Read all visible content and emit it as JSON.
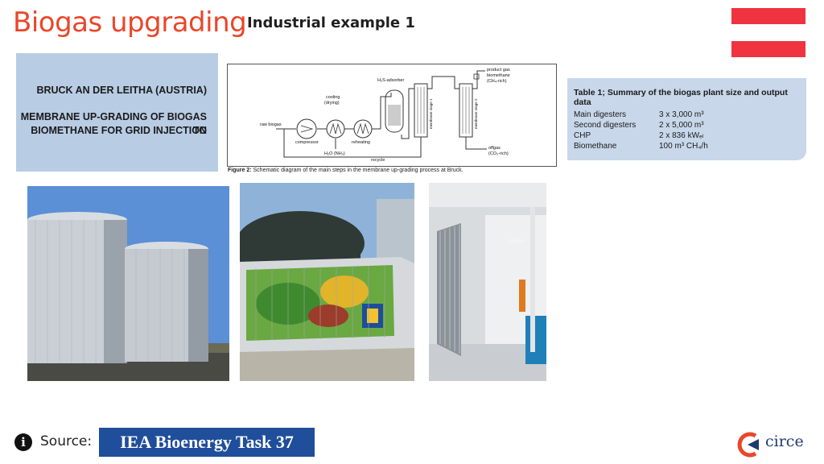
{
  "header": {
    "title": "Biogas upgrading",
    "subtitle": "Industrial example 1"
  },
  "flag": {
    "name": "austria-flag",
    "colors": [
      "#ef3340",
      "#ffffff",
      "#ef3340"
    ]
  },
  "bruck_box": {
    "line1": "BRUCK AN DER LEITHA (AUSTRIA)",
    "line2": "MEMBRANE UP-GRADING OF BIOGAS TO",
    "line3": "BIOMETHANE FOR GRID INJECTION"
  },
  "diagram": {
    "labels": {
      "raw_biogas": "raw biogas",
      "compressor": "compressor",
      "cooling": "cooling",
      "drying": "(drying)",
      "reheating": "reheating",
      "h2o": "H₂O (NH₃)",
      "h2s_adsorber": "H₂S-adsorber",
      "membrane_stage_1": "membrane stage 1",
      "membrane_stage_2": "membrane stage 2",
      "product_gas": "product gas",
      "biomethane": "biomethane",
      "ch4_rich": "(CH₄-rich)",
      "offgas": "offgas",
      "co2_rich": "(CO₂-rich)",
      "recycle": "recycle"
    },
    "caption_label": "Figure 2:",
    "caption_text": " Schematic diagram of the main steps in the membrane up-grading process at Bruck."
  },
  "summary_table": {
    "title": "Table 1; Summary of the biogas plant size and output data",
    "rows": [
      {
        "label": "Main digesters",
        "value": "3 x 3,000 m³"
      },
      {
        "label": "Second digesters",
        "value": "2 x 5,000 m³"
      },
      {
        "label": "CHP",
        "value": "2 x 836 kWₑₗ"
      },
      {
        "label": "Biomethane",
        "value": "100 m³ CH₄/h"
      }
    ]
  },
  "photos": [
    "digester-tanks-photo",
    "upgrading-container-photo",
    "membrane-modules-photo"
  ],
  "footer": {
    "source_icon": "info-icon",
    "source_label": "Source:",
    "source_badge": "IEA Bioenergy Task 37",
    "logo_text": "circe"
  }
}
